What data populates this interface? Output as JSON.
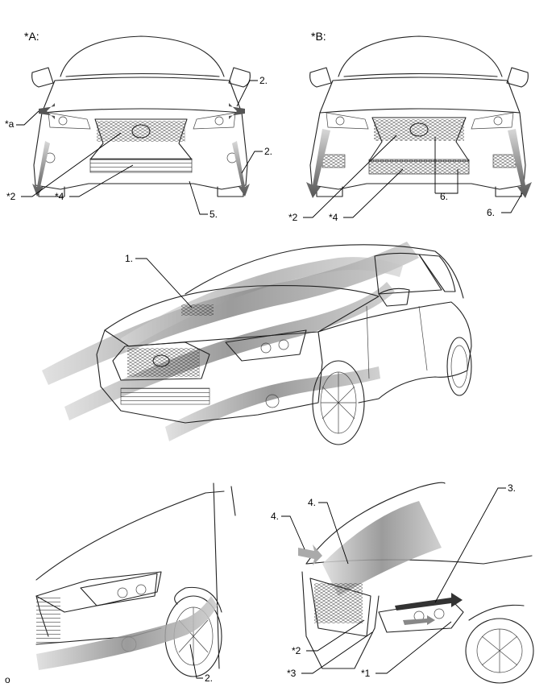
{
  "labels": {
    "view_a": "*A:",
    "view_b": "*B:",
    "a_star_a": "*a",
    "a_2_top": "2.",
    "a_2_bottom": "2.",
    "a_star2": "*2",
    "a_star4": "*4",
    "a_5": "5.",
    "b_star2": "*2",
    "b_star4": "*4",
    "b_6_left": "6.",
    "b_6_right": "6.",
    "mid_1": "1.",
    "bl_2": "2.",
    "br_4_left": "4.",
    "br_4_right": "4.",
    "br_3": "3.",
    "br_star2": "*2",
    "br_star3": "*3",
    "br_star1": "*1",
    "corner_code": "o"
  },
  "colors": {
    "ink": "#222222",
    "flow_dark": "#6e6e6e",
    "flow_mid": "#a8a8a8",
    "flow_light": "#d2d2d2"
  }
}
